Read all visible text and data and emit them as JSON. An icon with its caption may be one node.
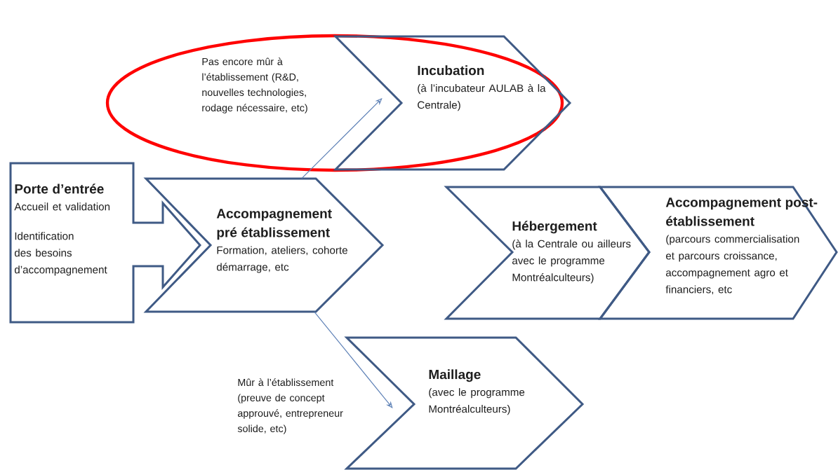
{
  "diagram": {
    "nodes": [
      {
        "text": [
          "Porte d’entrée",
          "Accueil et validation",
          "Identification des besoins d’accompagnement"
        ]
      },
      {
        "text": [
          "Accompagnement pré établissement",
          "Formation, ateliers, cohorte démarrage, etc"
        ]
      },
      {
        "text": [
          "Incubation",
          "(à l’incubateur AULAB à la Centrale)"
        ]
      },
      {
        "text": [
          "Hébergement",
          "(à la Centrale ou ailleurs avec le programme Montréalculteurs)"
        ]
      },
      {
        "text": [
          "Accompagnement post-établissement",
          "(parcours commercialisation et parcours croissance, accompagnement agro et financiers, etc"
        ]
      },
      {
        "text": [
          "Maillage",
          "(avec le programme Montréalculteurs)"
        ]
      }
    ],
    "edges": [
      {
        "from": 1,
        "to": 2,
        "arrow": "to",
        "label": "Pas encore mûr à l’établissement (R&D, nouvelles technologies, rodage nécessaire, etc)"
      },
      {
        "from": 1,
        "to": 5,
        "arrow": "to",
        "label": "Mûr à l’établissement (preuve de concept approuvé, entrepreneur solide, etc)"
      }
    ]
  }
}
